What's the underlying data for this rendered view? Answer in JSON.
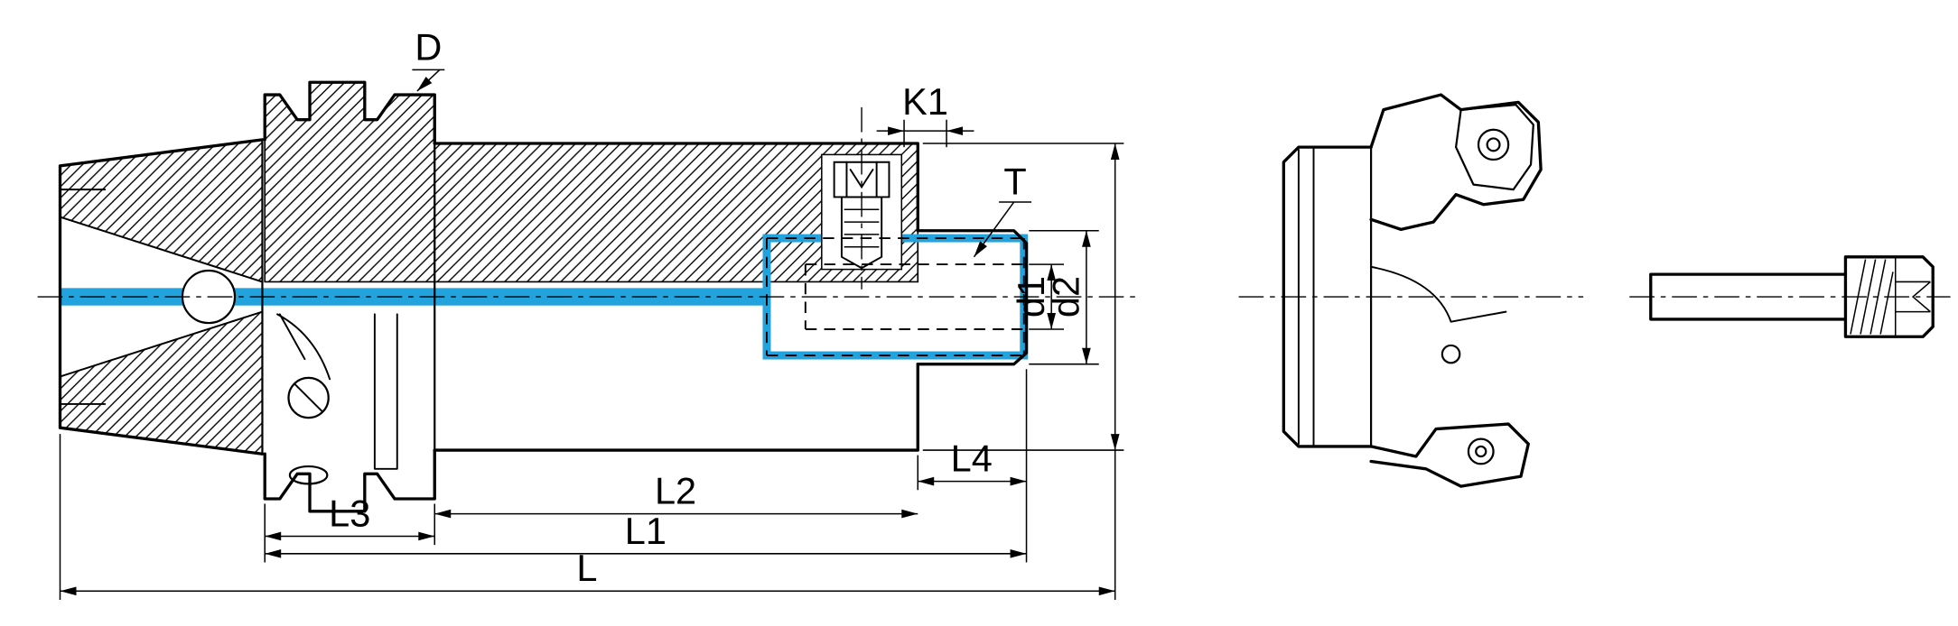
{
  "labels": {
    "d": "D",
    "k1": "K1",
    "t": "T",
    "d1": "d1",
    "d2": "d2",
    "l4": "L4",
    "l3": "L3",
    "l2": "L2",
    "l1": "L1",
    "l": "L"
  },
  "colors": {
    "highlight": "#23a3dd",
    "line": "#000000",
    "background": "#ffffff"
  }
}
